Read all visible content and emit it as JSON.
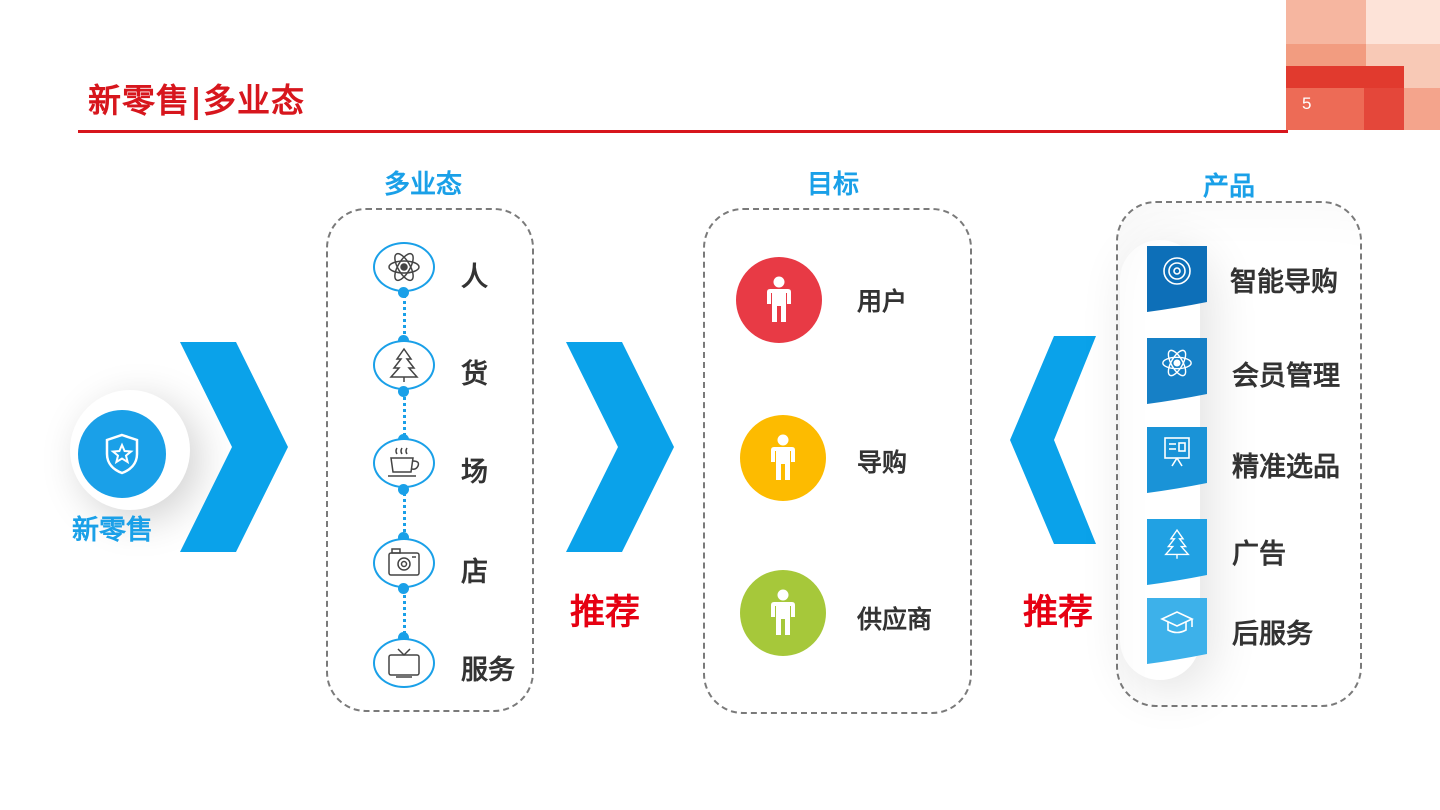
{
  "header": {
    "title": "新零售|多业态",
    "page_number": "5"
  },
  "colors": {
    "accent_red": "#d7161d",
    "blue": "#1aa0e8",
    "red_person": "#e83a45",
    "yellow_person": "#fdbb00",
    "green_person": "#a6c83a"
  },
  "source": {
    "label": "新零售",
    "icon": "shield-star-icon"
  },
  "columns": {
    "formats": {
      "title": "多业态",
      "items": [
        {
          "label": "人",
          "icon": "atom-icon"
        },
        {
          "label": "货",
          "icon": "tree-icon"
        },
        {
          "label": "场",
          "icon": "coffee-cup-icon"
        },
        {
          "label": "店",
          "icon": "camera-icon"
        },
        {
          "label": "服务",
          "icon": "tv-icon"
        }
      ]
    },
    "targets": {
      "title": "目标",
      "items": [
        {
          "label": "用户",
          "color": "#e83a45"
        },
        {
          "label": "导购",
          "color": "#fdbb00"
        },
        {
          "label": "供应商",
          "color": "#a6c83a"
        }
      ]
    },
    "products": {
      "title": "产品",
      "items": [
        {
          "label": "智能导购",
          "icon": "target-icon"
        },
        {
          "label": "会员管理",
          "icon": "atom-icon"
        },
        {
          "label": "精准选品",
          "icon": "presentation-board-icon"
        },
        {
          "label": "广告",
          "icon": "tree-icon"
        },
        {
          "label": "后服务",
          "icon": "graduation-cap-icon"
        }
      ]
    }
  },
  "arrows": {
    "recommend_left": "推荐",
    "recommend_right": "推荐"
  }
}
